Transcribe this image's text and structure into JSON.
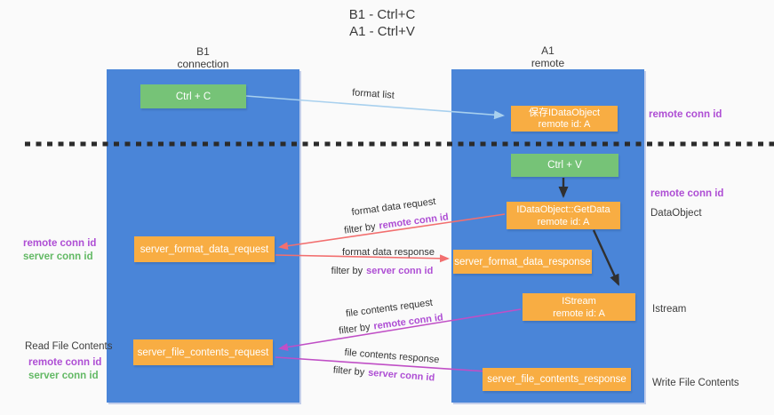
{
  "title": {
    "line1": "B1 - Ctrl+C",
    "line2": "A1 - Ctrl+V"
  },
  "columns": {
    "left": {
      "name": "B1",
      "role": "connection"
    },
    "right": {
      "name": "A1",
      "role": "remote"
    }
  },
  "boxes": {
    "ctrl_c": "Ctrl + C",
    "ctrl_v": "Ctrl + V",
    "save_dataobject_line1": "保存IDataObject",
    "save_dataobject_line2": "remote id: A",
    "getdata_line1": "IDataObject::GetData",
    "getdata_line2": "remote id: A",
    "istream_line1": "IStream",
    "istream_line2": "remote id: A",
    "format_request": "server_format_data_request",
    "format_response": "server_format_data_response",
    "file_request": "server_file_contents_request",
    "file_response": "server_file_contents_response"
  },
  "labels": {
    "format_list": "format list",
    "format_data_request": "format data request",
    "format_data_response": "format data response",
    "file_contents_request": "file contents request",
    "file_contents_response": "file contents response",
    "filter_by": "filter by",
    "remote_conn_id": "remote conn id",
    "server_conn_id": "server conn id",
    "dataobject": "DataObject",
    "istream": "Istream",
    "read_file_contents": "Read File Contents",
    "write_file_contents": "Write File Contents"
  },
  "colors": {
    "column_blue": "#4a85d8",
    "box_green": "#76c377",
    "box_orange": "#f8ad43",
    "arrow_lightblue": "#a8d0ee",
    "arrow_red": "#f26f6f",
    "arrow_magenta": "#c04fc6",
    "arrow_black": "#303030",
    "text_purple": "#ae4ed4",
    "text_green": "#63b965"
  }
}
